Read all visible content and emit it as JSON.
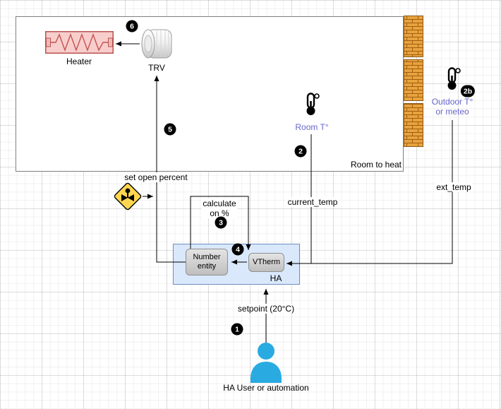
{
  "canvas": {
    "room": {
      "label": "Room to heat"
    },
    "nodes": {
      "heater": "Heater",
      "trv": "TRV",
      "room_temp": "Room T°",
      "outdoor_temp": "Outdoor T°\nor meteo",
      "number_entity": "Number entity",
      "vtherm": "VTherm",
      "ha": "HA",
      "user": "HA User or automation"
    },
    "edges": {
      "set_open_percent": "set open percent",
      "calculate": "calculate\non %",
      "current_temp": "current_temp",
      "ext_temp": "ext_temp",
      "setpoint": "setpoint (20°C)"
    },
    "badges": {
      "step1": "1",
      "step2": "2",
      "step2b": "2b",
      "step3": "3",
      "step4": "4",
      "step5": "5",
      "step6": "6"
    },
    "colors": {
      "heater_fill": "#f8cecc",
      "heater_stroke": "#b85450",
      "ha_fill": "#dae8fc",
      "ha_stroke": "#6c8ebf",
      "node_fill": "#cfcfcf",
      "wall_brick": "#e8a33d",
      "temp_label_blue": "#6666cc",
      "user_icon_blue": "#29abe2",
      "badge_bg": "#000000",
      "valve_diamond_yellow": "#ffd64f"
    }
  }
}
